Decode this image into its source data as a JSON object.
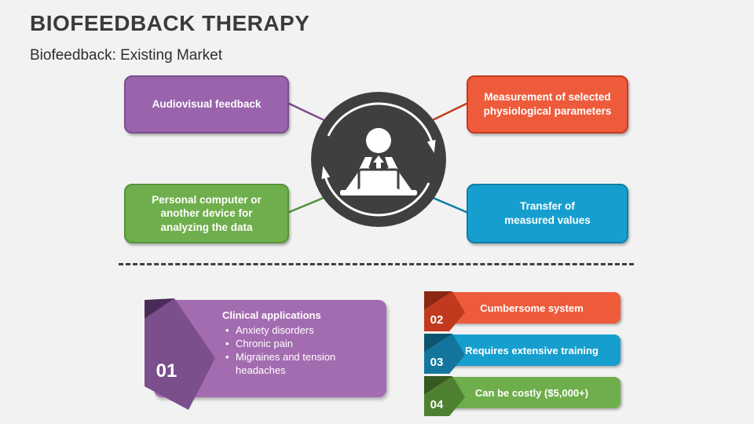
{
  "slide": {
    "title": "BIOFEEDBACK THERAPY",
    "subtitle": "Biofeedback: Existing Market",
    "background": "#F2F2F2",
    "title_color": "#3B3B3B"
  },
  "diagram": {
    "center_icon": "person-at-computer-with-cycle-arrows",
    "center_color": "#3F3F3F",
    "icon_color": "#FFFFFF",
    "nodes": [
      {
        "label": "Audiovisual feedback",
        "fill": "#9A64AD",
        "border": "#7B4E8C",
        "position": "top-left"
      },
      {
        "label": "Measurement of selected physiological parameters",
        "fill": "#EE5B3B",
        "border": "#C43C20",
        "position": "top-right"
      },
      {
        "label": "Personal computer or another device for analyzing the data",
        "fill": "#6FAE4C",
        "border": "#55933A",
        "position": "bottom-left"
      },
      {
        "label": "Transfer of measured values",
        "fill": "#169FCE",
        "border": "#0E7FA6",
        "position": "bottom-right"
      }
    ]
  },
  "divider_color": "#3F3F3F",
  "bottom": {
    "clinical": {
      "number": "01",
      "heading": "Clinical applications",
      "bullets": [
        "Anxiety disorders",
        "Chronic pain",
        "Migraines and tension headaches"
      ],
      "panel_fill": "#A46CB0",
      "ribbon_fill": "#7B4E8C",
      "fold_fill": "#4A2B57"
    },
    "drawbacks": [
      {
        "number": "02",
        "label": "Cumbersome system",
        "fill": "#EE5B3B",
        "ribbon_fill": "#C23A1E",
        "fold_fill": "#8C2712"
      },
      {
        "number": "03",
        "label": "Requires extensive training",
        "fill": "#169FCE",
        "ribbon_fill": "#14769C",
        "fold_fill": "#0C5570"
      },
      {
        "number": "04",
        "label": "Can be costly ($5,000+)",
        "fill": "#6FAE4C",
        "ribbon_fill": "#4E8032",
        "fold_fill": "#35591F"
      }
    ]
  }
}
